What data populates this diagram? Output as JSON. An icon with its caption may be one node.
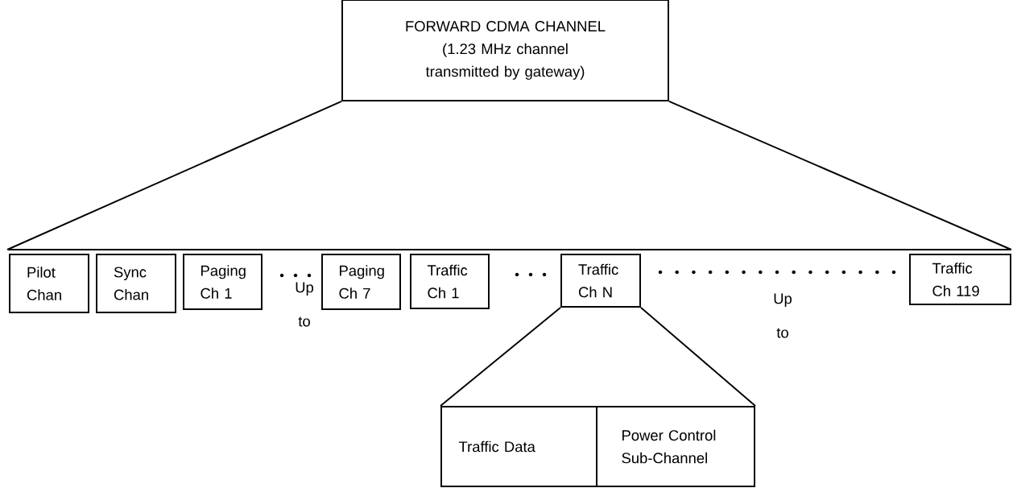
{
  "diagram": {
    "nodes": [
      {
        "text": [
          "FORWARD CDMA CHANNEL",
          "(1.23 MHz channel transmitted by gateway)"
        ]
      },
      {
        "text": [],
        "shape": "bar"
      },
      {
        "text": [
          "Pilot Chan"
        ]
      },
      {
        "text": [
          "Sync Chan"
        ]
      },
      {
        "text": [
          "Paging Ch 1"
        ]
      },
      {
        "text": [
          "Paging Ch 7"
        ]
      },
      {
        "text": [
          "Traffic Ch 1"
        ]
      },
      {
        "text": [
          "Traffic Ch N"
        ]
      },
      {
        "text": [
          "Traffic Ch 119"
        ]
      },
      {
        "text": [
          "Traffic Data"
        ]
      },
      {
        "text": [
          "Power Control Sub-Channel"
        ]
      }
    ],
    "edges": [
      {
        "from": 0,
        "to": 1,
        "arrow": "none"
      },
      {
        "from": 0,
        "to": 1,
        "arrow": "none"
      },
      {
        "from": 7,
        "to": 9,
        "arrow": "none"
      },
      {
        "from": 7,
        "to": 10,
        "arrow": "none"
      }
    ],
    "labels": [
      "Up to",
      "Up to"
    ]
  }
}
